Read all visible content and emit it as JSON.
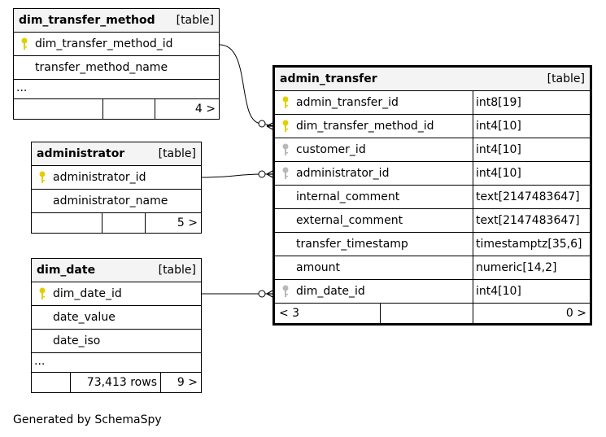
{
  "tables": {
    "dim_transfer_method": {
      "name": "dim_transfer_method",
      "type": "[table]",
      "columns": [
        {
          "name": "dim_transfer_method_id",
          "key": "primary"
        },
        {
          "name": "transfer_method_name",
          "key": "none"
        }
      ],
      "ellipsis": "...",
      "footer": {
        "left": "",
        "mid": "",
        "right": "4 >"
      }
    },
    "administrator": {
      "name": "administrator",
      "type": "[table]",
      "columns": [
        {
          "name": "administrator_id",
          "key": "primary"
        },
        {
          "name": "administrator_name",
          "key": "none"
        }
      ],
      "footer": {
        "left": "",
        "mid": "",
        "right": "5 >"
      }
    },
    "dim_date": {
      "name": "dim_date",
      "type": "[table]",
      "columns": [
        {
          "name": "dim_date_id",
          "key": "primary"
        },
        {
          "name": "date_value",
          "key": "none"
        },
        {
          "name": "date_iso",
          "key": "none"
        }
      ],
      "ellipsis": "...",
      "footer": {
        "left": "",
        "mid": "73,413 rows",
        "right": "9 >"
      }
    },
    "admin_transfer": {
      "name": "admin_transfer",
      "type": "[table]",
      "columns": [
        {
          "name": "admin_transfer_id",
          "type": "int8[19]",
          "key": "primary"
        },
        {
          "name": "dim_transfer_method_id",
          "type": "int4[10]",
          "key": "foreign-primary"
        },
        {
          "name": "customer_id",
          "type": "int4[10]",
          "key": "foreign"
        },
        {
          "name": "administrator_id",
          "type": "int4[10]",
          "key": "foreign"
        },
        {
          "name": "internal_comment",
          "type": "text[2147483647]",
          "key": "none"
        },
        {
          "name": "external_comment",
          "type": "text[2147483647]",
          "key": "none"
        },
        {
          "name": "transfer_timestamp",
          "type": "timestamptz[35,6]",
          "key": "none"
        },
        {
          "name": "amount",
          "type": "numeric[14,2]",
          "key": "none"
        },
        {
          "name": "dim_date_id",
          "type": "int4[10]",
          "key": "foreign"
        }
      ],
      "footer": {
        "left": "< 3",
        "mid": "",
        "right": "0 >"
      }
    }
  },
  "caption": "Generated by SchemaSpy",
  "colors": {
    "primary_key": "#e0d000",
    "foreign_key": "#b8b8b8",
    "header_bg": "#f4f4f4"
  }
}
